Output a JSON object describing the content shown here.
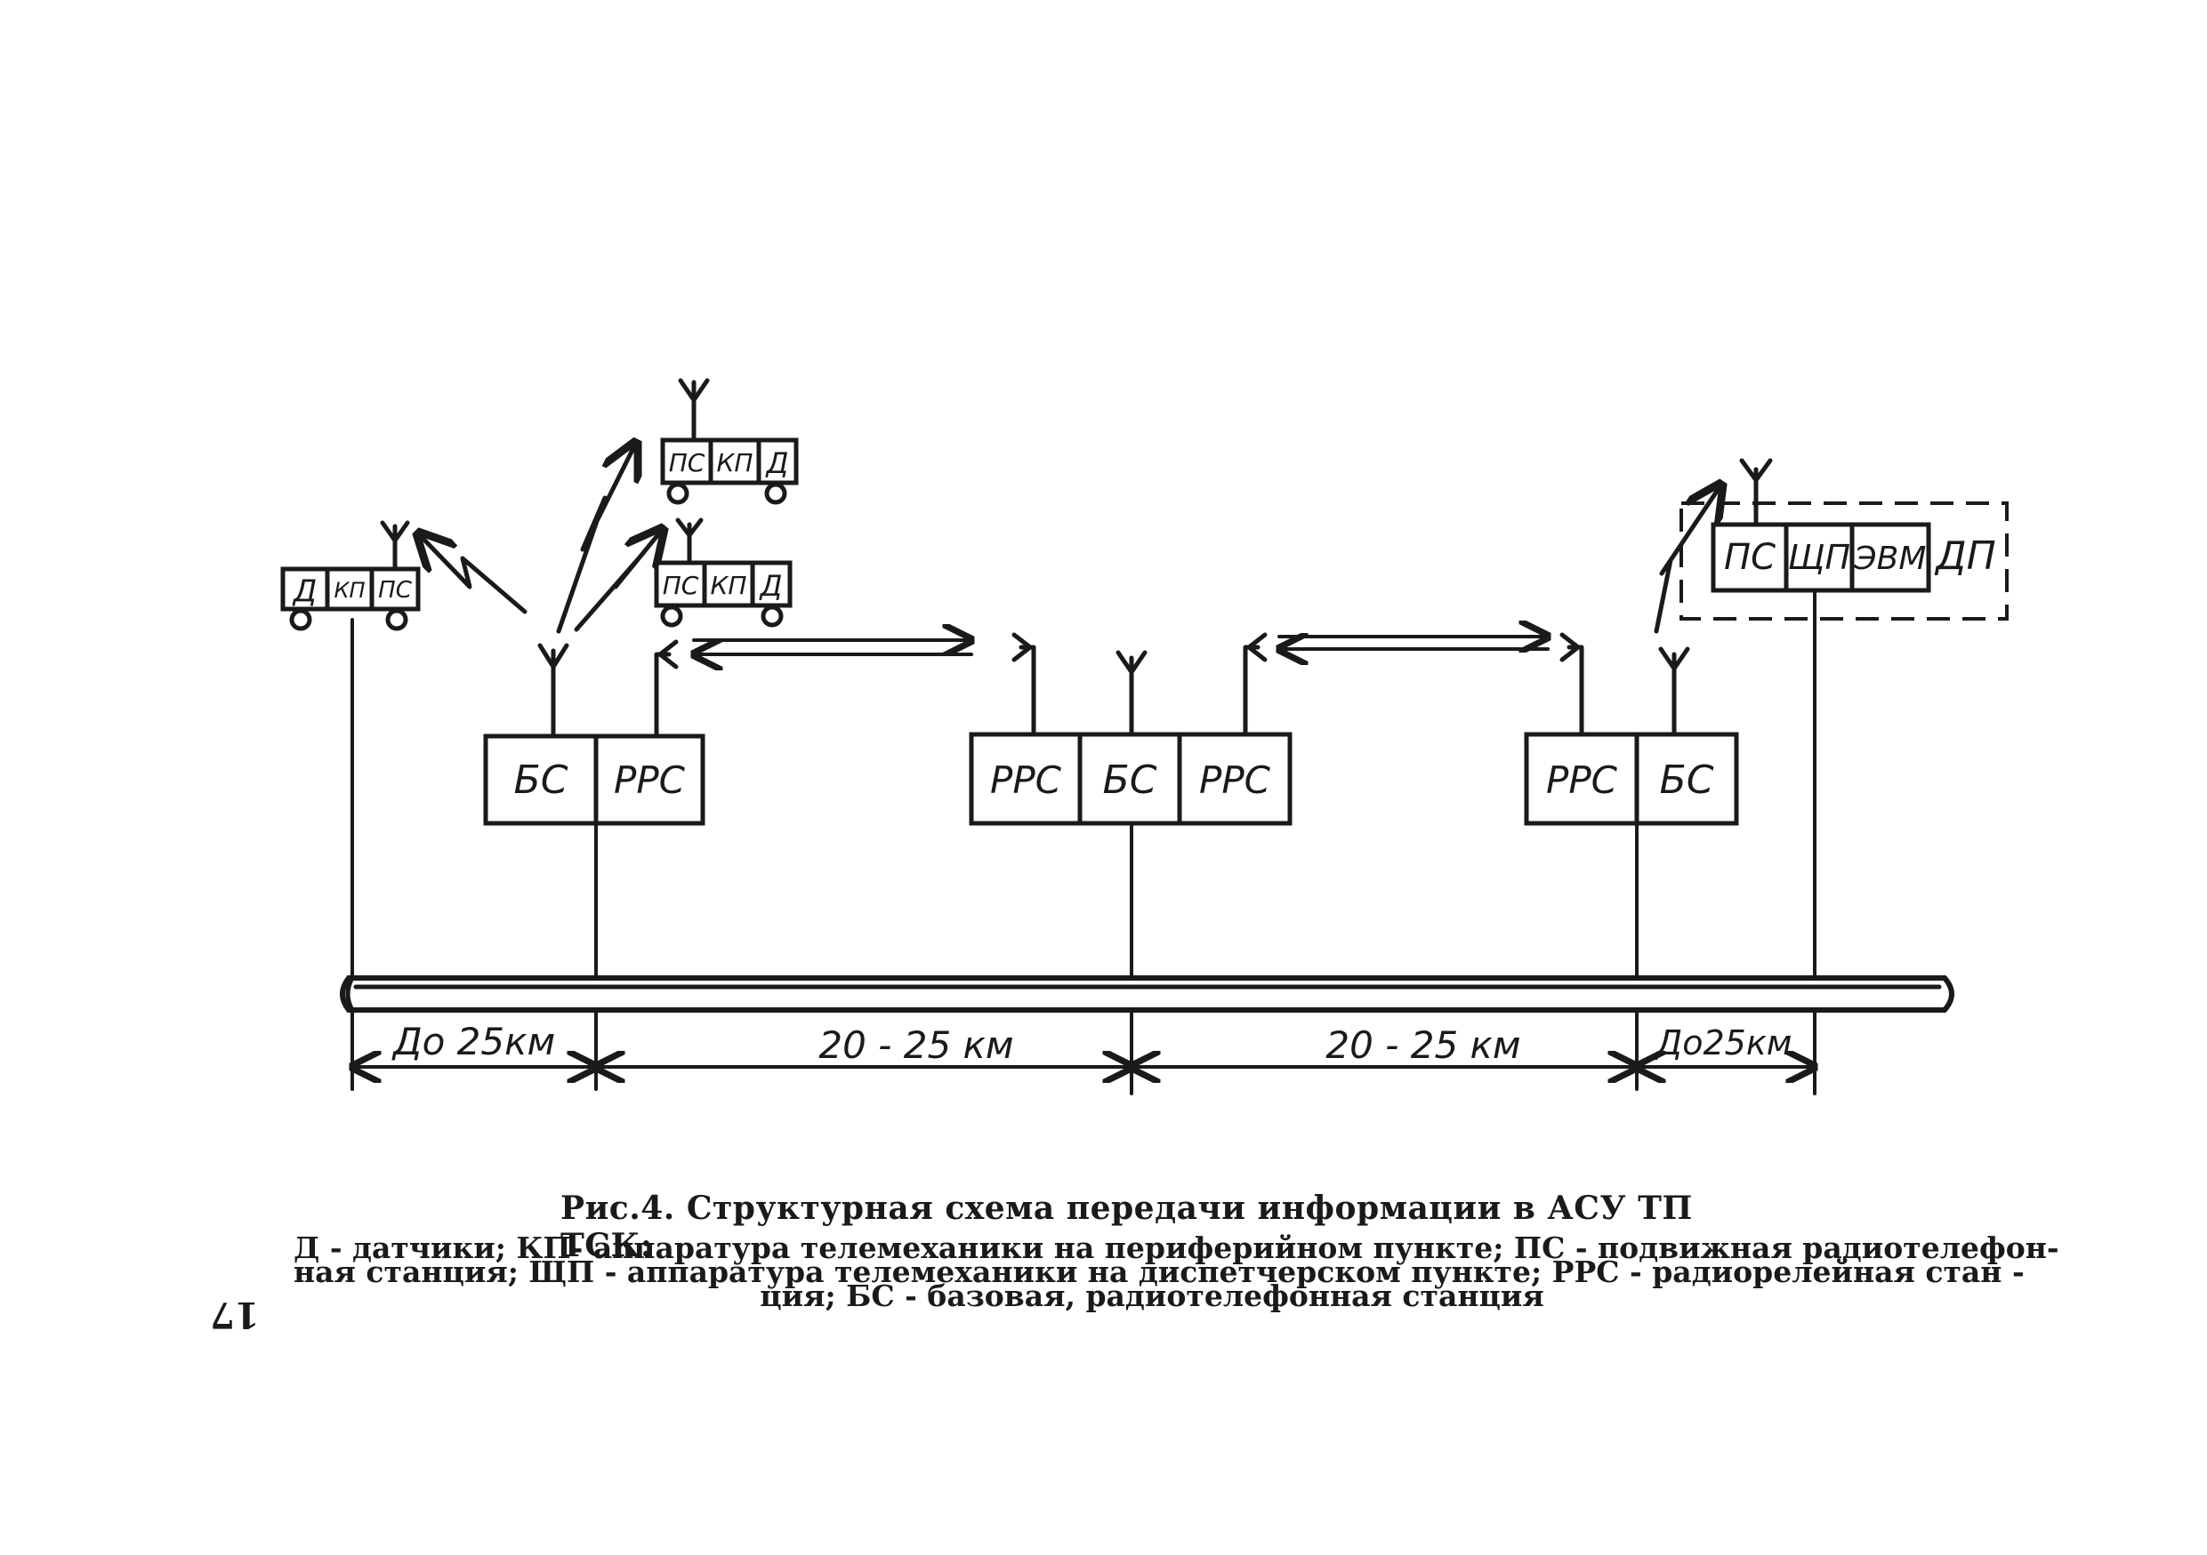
{
  "labels": {
    "d": "Д",
    "kp": "КП",
    "ps": "ПС",
    "bs": "БС",
    "rrs": "РРС",
    "shchp": "ЩП",
    "evm": "ЭВМ",
    "dp": "ДП"
  },
  "distances": [
    "До 25км",
    "20 - 25 км",
    "20 - 25 км",
    "До25км"
  ],
  "caption": {
    "title": "Рис.4. Структурная схема передачи информации в АСУ ТП ТСК:",
    "legend_lines": [
      "Д - датчики; КП- аппаратура телемеханики на периферийном пункте; ПС - подвижная радиотелефон-",
      "ная станция; ЩП - аппаратура телемеханики на диспетчерском пункте; РРС - радиорелейная стан -",
      "ция; БС - базовая, радиотелефонная станция"
    ]
  },
  "page_number": "17"
}
